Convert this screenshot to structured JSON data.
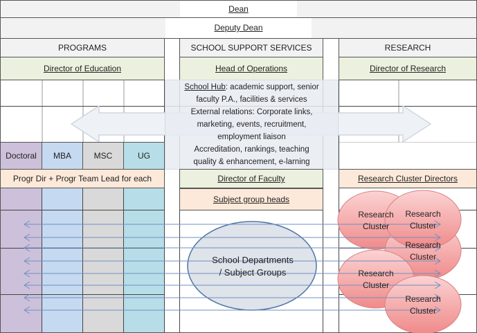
{
  "top": {
    "dean": "Dean",
    "deputy_dean": "Deputy Dean"
  },
  "columns": {
    "programs": {
      "header": "PROGRAMS",
      "director": "Director of Education",
      "levels": [
        "Doctoral",
        "MBA",
        "MSC",
        "UG"
      ],
      "lead": "Progr Dir + Progr Team Lead for each"
    },
    "support": {
      "header": "SCHOOL SUPPORT SERVICES",
      "director": "Head of Operations",
      "hub_link": "School Hub",
      "hub_rest": ": academic support, senior faculty P.A., facilities & services",
      "external": "External relations: Corporate links, marketing, events, recruitment, employment liaison",
      "accreditation": "Accreditation, rankings, teaching quality & enhancement, e-larning",
      "faculty_director": "Director of Faculty",
      "subject_heads": "Subject group heads",
      "departments": "School Departments / Subject Groups"
    },
    "research": {
      "header": "RESEARCH",
      "director": "Director of Research",
      "cluster_directors": "Research Cluster Directors",
      "clusters": [
        "Research Cluster",
        "Research Cluster",
        "Research Cluster",
        "Research Cluster",
        "Research Cluster"
      ]
    }
  },
  "colors": {
    "doctoral": "#ccc0da",
    "mba": "#c5d9f1",
    "msc": "#d9d9d9",
    "ug": "#b7dee8",
    "cluster": "#f4a0a0",
    "arrow": "#6f8fc0"
  }
}
